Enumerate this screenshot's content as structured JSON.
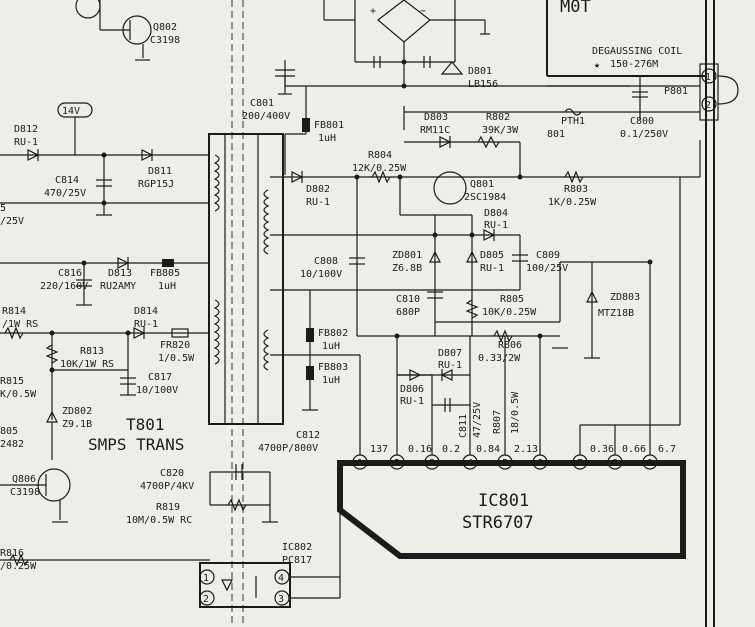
{
  "labels": {
    "q802": "Q802",
    "q802_part": "C3198",
    "degaussing_coil": "DEGAUSSING COIL",
    "degaussing_value": "150-276M",
    "d801": "D801",
    "d801_part": "LB156",
    "l14v": "14V",
    "d812": "D812",
    "d812_part": "RU-1",
    "c801": "C801",
    "c801_value": "200/400V",
    "fb801": "FB801",
    "fb801_value": "1uH",
    "d803": "D803",
    "d803_part": "RM11C",
    "r802": "R802",
    "r802_value": "39K/3W",
    "pth1": "PTH1",
    "pth1_value": "801",
    "c800": "C800",
    "c800_value": "0.1/250V",
    "p801": "P801",
    "c814": "C814",
    "c814_value": "470/25V",
    "d811": "D811",
    "d811_part": "RGP15J",
    "r804": "R804",
    "r804_value": "12K/0.25W",
    "d802": "D802",
    "d802_part": "RU-1",
    "q801": "Q801",
    "q801_part": "2SC1984",
    "r803": "R803",
    "r803_value": "1K/0.25W",
    "d804": "D804",
    "d804_part": "RU-1",
    "left_5": "5",
    "left_25v": "/25V",
    "c816": "C816",
    "c816_value": "220/160V",
    "d813": "D813",
    "d813_part": "RU2AMY",
    "fb805": "FB805",
    "fb805_value": "1uH",
    "c808": "C808",
    "c808_value": "10/100V",
    "zd801": "ZD801",
    "zd801_part": "Z6.8B",
    "d805": "D805",
    "d805_part": "RU-1",
    "c809": "C809",
    "c809_value": "100/25V",
    "r814": "R814",
    "r814_value": "/1W RS",
    "d814": "D814",
    "d814_part": "RU-1",
    "c810": "C810",
    "c810_value": "680P",
    "r805": "R805",
    "r805_value": "10K/0.25W",
    "zd803": "ZD803",
    "zd803_part": "MTZ18B",
    "fr820": "FR820",
    "fr820_value": "1/0.5W",
    "fb802": "FB802",
    "fb802_value": "1uH",
    "r813": "R813",
    "r813_value": "10K/1W RS",
    "fb803": "FB803",
    "fb803_value": "1uH",
    "d807": "D807",
    "d807_part": "RU-1",
    "r806": "R806",
    "r806_value": "0.33/2W",
    "r815": "R815",
    "r815_value": "K/0.5W",
    "c817": "C817",
    "c817_value": "10/100V",
    "d806": "D806",
    "d806_part": "RU-1",
    "c811": "C811",
    "c811_value": "47/25V",
    "r807": "R807",
    "r807_value": "18/0.5W",
    "zd802": "ZD802",
    "zd802_part": "Z9.1B",
    "left_805": "805",
    "left_2482": "2482",
    "t801": "T801",
    "smps_trans": "SMPS TRANS",
    "c812": "C812",
    "c812_value": "4700P/800V",
    "q806": "Q806",
    "q806_part": "C3198",
    "c820": "C820",
    "c820_value": "4700P/4KV",
    "r819": "R819",
    "r819_value": "10M/0.5W RC",
    "r816": "R816",
    "r816_value": "/0.25W",
    "ic802": "IC802",
    "ic802_part": "PC817",
    "ic801": "IC801",
    "ic801_part": "STR6707"
  },
  "ic801_voltages": [
    "137",
    "0.16",
    "0.2",
    "0.84",
    "2.13",
    "0.36",
    "0.66",
    "6.7"
  ],
  "ic801_pins": [
    "1",
    "2",
    "3",
    "4",
    "5",
    "6",
    "7",
    "8",
    "9"
  ],
  "p801_pins": [
    "1",
    "2"
  ],
  "ic802_pins": [
    "1",
    "2",
    "4",
    "3"
  ]
}
